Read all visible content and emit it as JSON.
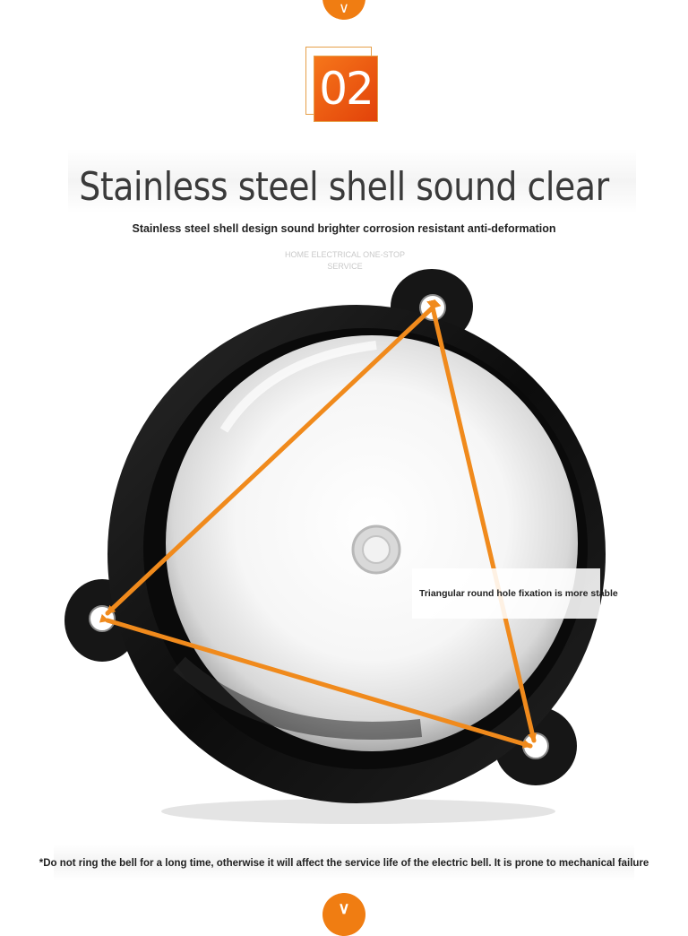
{
  "section": {
    "number": "02",
    "title": "Stainless steel shell sound clear",
    "subtitle": "Stainless steel shell design sound brighter corrosion resistant anti-deformation",
    "watermark": "HOME ELECTRICAL ONE-STOP SERVICE"
  },
  "callout": {
    "label": "Triangular round hole fixation is more stable"
  },
  "footnote": "*Do not ring the bell for a long time, otherwise it will affect the service life of the electric bell. It is prone to mechanical failure",
  "icons": {
    "top": "chevron-down-icon",
    "bottom": "chevron-down-icon"
  },
  "colors": {
    "accent": "#f07d12",
    "number_box": "#e8560f",
    "bell_rim": "#141414",
    "arrow": "#f08a1c"
  }
}
